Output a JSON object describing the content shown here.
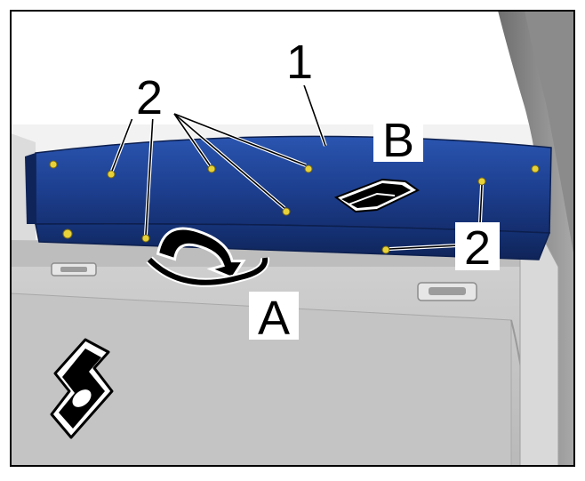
{
  "labels": {
    "one": "1",
    "two_left": "2",
    "two_right": "2",
    "a": "A",
    "b": "B"
  },
  "colors": {
    "panel": "#1d3f8f",
    "panel_dark": "#132c6b",
    "clip": "#e8d23a",
    "floor": "#c9c9c9",
    "wall": "#e9e9e9",
    "frame": "#000000"
  },
  "icons": {
    "arrow_a": "curved-arrow-icon",
    "arrow_b": "push-direction-icon",
    "direction": "vehicle-direction-icon"
  }
}
